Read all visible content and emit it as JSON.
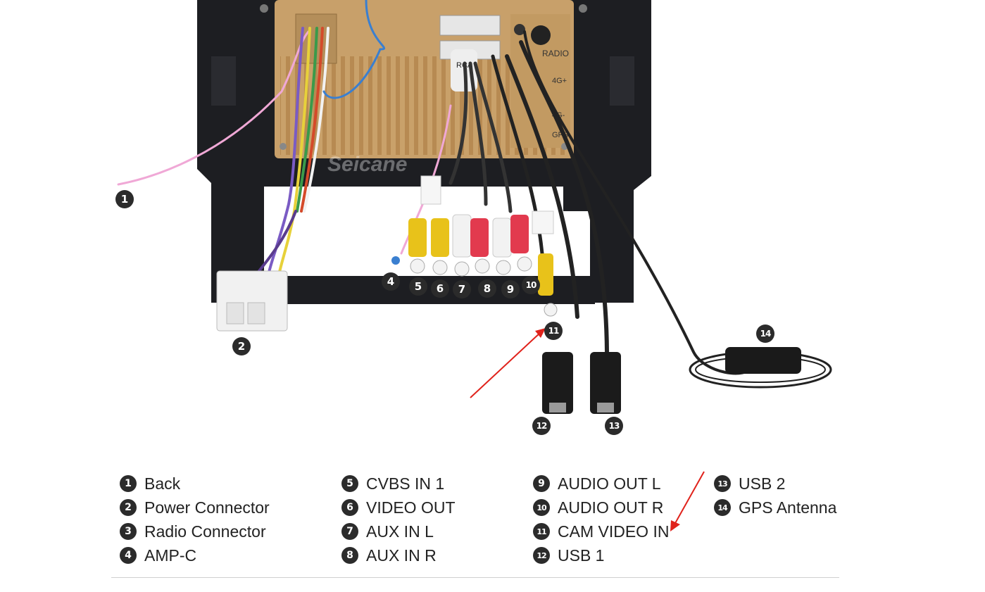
{
  "diagram": {
    "photo_labels": {
      "radio": "RADIO",
      "fourg_plus": "4G+",
      "fourg_minus": "4G-",
      "gps": "GPS",
      "watermark": "Seicane",
      "rca_tag": "RCA"
    },
    "callouts": {
      "c1": "1",
      "c2": "2",
      "c4": "4",
      "c5": "5",
      "c6": "6",
      "c7": "7",
      "c8": "8",
      "c9": "9",
      "c10": "10",
      "c11": "11",
      "c12": "12",
      "c13": "13",
      "c14": "14"
    },
    "arrow_color": "#e0221b"
  },
  "legend": {
    "col1": [
      {
        "num": "1",
        "label": "Back"
      },
      {
        "num": "2",
        "label": "Power Connector"
      },
      {
        "num": "3",
        "label": "Radio Connector"
      },
      {
        "num": "4",
        "label": "AMP-C"
      }
    ],
    "col2": [
      {
        "num": "5",
        "label": "CVBS IN 1"
      },
      {
        "num": "6",
        "label": "VIDEO OUT"
      },
      {
        "num": "7",
        "label": "AUX IN L"
      },
      {
        "num": "8",
        "label": "AUX IN R"
      }
    ],
    "col3": [
      {
        "num": "9",
        "label": "AUDIO OUT L"
      },
      {
        "num": "10",
        "label": "AUDIO OUT R"
      },
      {
        "num": "11",
        "label": "CAM VIDEO IN"
      },
      {
        "num": "12",
        "label": "USB 1"
      }
    ],
    "col4": [
      {
        "num": "13",
        "label": "USB 2"
      },
      {
        "num": "14",
        "label": "GPS Antenna"
      }
    ]
  }
}
